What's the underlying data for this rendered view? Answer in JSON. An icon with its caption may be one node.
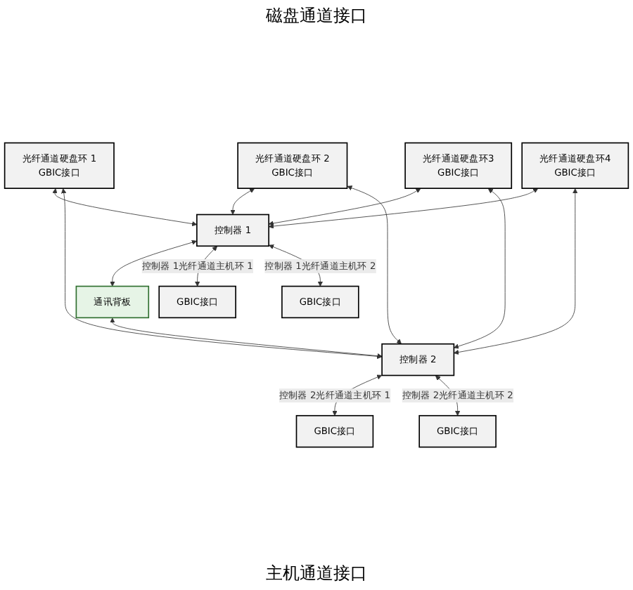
{
  "diagram": {
    "nodes": [
      {
        "text": [
          "光纤通道硬盘环 1",
          "GBIC接口"
        ]
      },
      {
        "text": [
          "光纤通道硬盘环 2",
          "GBIC接口"
        ]
      },
      {
        "text": [
          "光纤通道硬盘环3",
          "GBIC接口"
        ]
      },
      {
        "text": [
          "光纤通道硬盘环4",
          "GBIC接口"
        ]
      },
      {
        "text": [
          "控制器 1"
        ]
      },
      {
        "text": [
          "通讯背板"
        ]
      },
      {
        "text": [
          "控制器 2"
        ]
      },
      {
        "text": [
          "GBIC接口"
        ]
      },
      {
        "text": [
          "GBIC接口"
        ]
      },
      {
        "text": [
          "GBIC接口"
        ]
      },
      {
        "text": [
          "GBIC接口"
        ]
      }
    ],
    "edges": [
      {
        "from": 0,
        "to": 4,
        "arrow": "both"
      },
      {
        "from": 0,
        "to": 6,
        "arrow": "both"
      },
      {
        "from": 1,
        "to": 4,
        "arrow": "both"
      },
      {
        "from": 1,
        "to": 6,
        "arrow": "both"
      },
      {
        "from": 2,
        "to": 4,
        "arrow": "both"
      },
      {
        "from": 2,
        "to": 6,
        "arrow": "both"
      },
      {
        "from": 3,
        "to": 4,
        "arrow": "both"
      },
      {
        "from": 3,
        "to": 6,
        "arrow": "both"
      },
      {
        "from": 4,
        "to": 5,
        "arrow": "both"
      },
      {
        "from": 5,
        "to": 6,
        "arrow": "both"
      },
      {
        "from": 4,
        "to": 7,
        "arrow": "both",
        "label": "控制器 1光纤通道主机环 1"
      },
      {
        "from": 4,
        "to": 8,
        "arrow": "both",
        "label": "控制器 1光纤通道主机环 2"
      },
      {
        "from": 6,
        "to": 9,
        "arrow": "both",
        "label": "控制器 2光纤通道主机环 1"
      },
      {
        "from": 6,
        "to": 10,
        "arrow": "both",
        "label": "控制器 2光纤通道主机环 2"
      }
    ],
    "labels": [
      "磁盘通道接口",
      "主机通道接口"
    ]
  }
}
